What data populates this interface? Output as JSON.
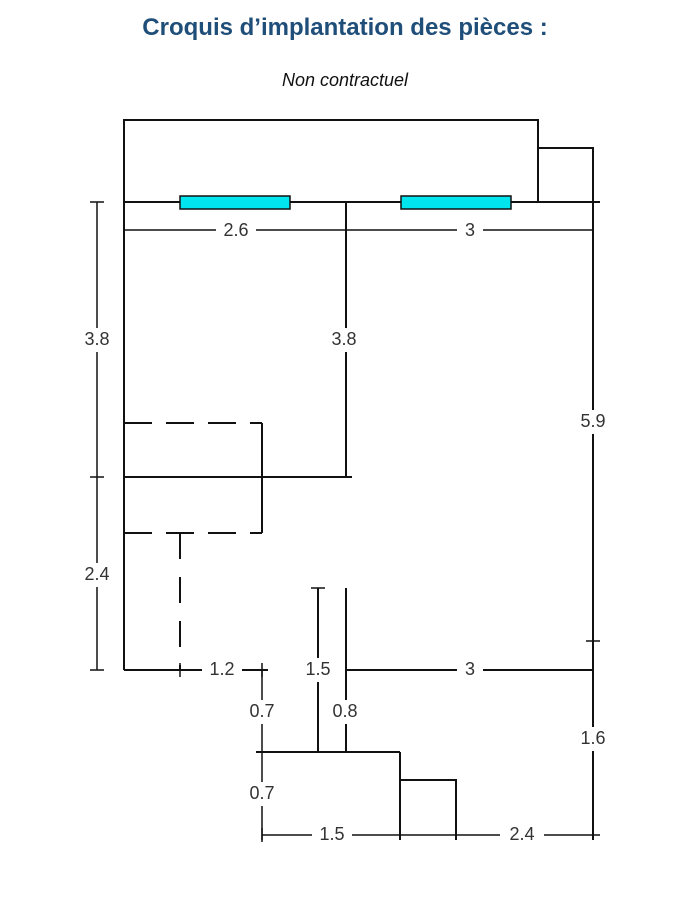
{
  "header": {
    "title": "Croquis d’implantation des pièces :",
    "subtitle": "Non contractuel"
  },
  "dimensions": {
    "top_left_width": "2.6",
    "top_right_width": "3",
    "left_upper_height": "3.8",
    "inner_wall_height": "3.8",
    "right_height": "5.9",
    "left_lower_height": "2.4",
    "bottom_left_width": "1.2",
    "bottom_mid_width": "1.5",
    "bottom_right_width": "3",
    "step_upper_left": "0.7",
    "step_upper_right": "0.8",
    "right_lower_height": "1.6",
    "step_lower_left": "0.7",
    "base_left_width": "1.5",
    "base_right_width": "2.4"
  },
  "colors": {
    "title": "#1f4e79",
    "window": "#00e5ee",
    "line": "#111111"
  }
}
